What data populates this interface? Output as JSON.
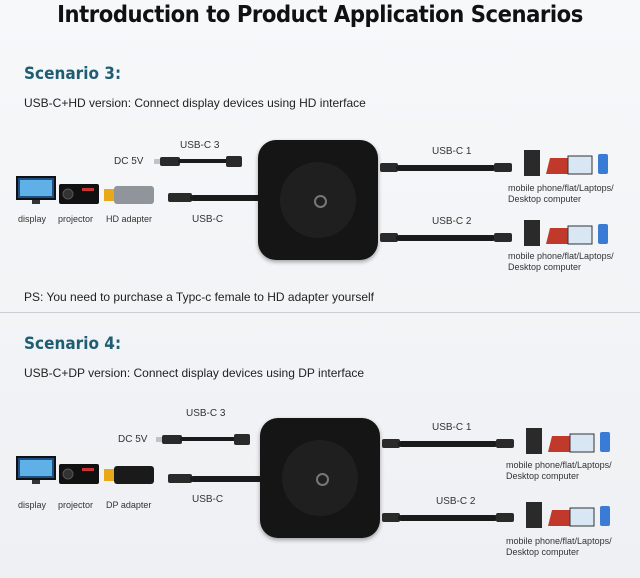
{
  "title": "Introduction to Product Application Scenarios",
  "scenario3": {
    "heading": "Scenario 3:",
    "description": "USB-C+HD version: Connect display devices using HD interface",
    "labels": {
      "usbc3": "USB-C 3",
      "dc5v": "DC 5V",
      "usbc": "USB-C",
      "usbc1": "USB-C 1",
      "usbc2": "USB-C 2",
      "display": "display",
      "projector": "projector",
      "adapter": "HD adapter",
      "devices1": "mobile phone/flat/Laptops/ Desktop computer",
      "devices2": "mobile phone/flat/Laptops/ Desktop computer"
    },
    "note": "PS: You need to purchase a Typc-c female to HD adapter yourself"
  },
  "scenario4": {
    "heading": "Scenario 4:",
    "description": "USB-C+DP version: Connect display devices using DP interface",
    "labels": {
      "usbc3": "USB-C 3",
      "dc5v": "DC 5V",
      "usbc": "USB-C",
      "usbc1": "USB-C 1",
      "usbc2": "USB-C 2",
      "display": "display",
      "projector": "projector",
      "adapter": "DP adapter",
      "devices1": "mobile phone/flat/Laptops/ Desktop computer",
      "devices2": "mobile phone/flat/Laptops/ Desktop computer"
    }
  },
  "colors": {
    "heading": "#1f5d72",
    "hub": "#151515",
    "cable": "#1a1a1a"
  }
}
